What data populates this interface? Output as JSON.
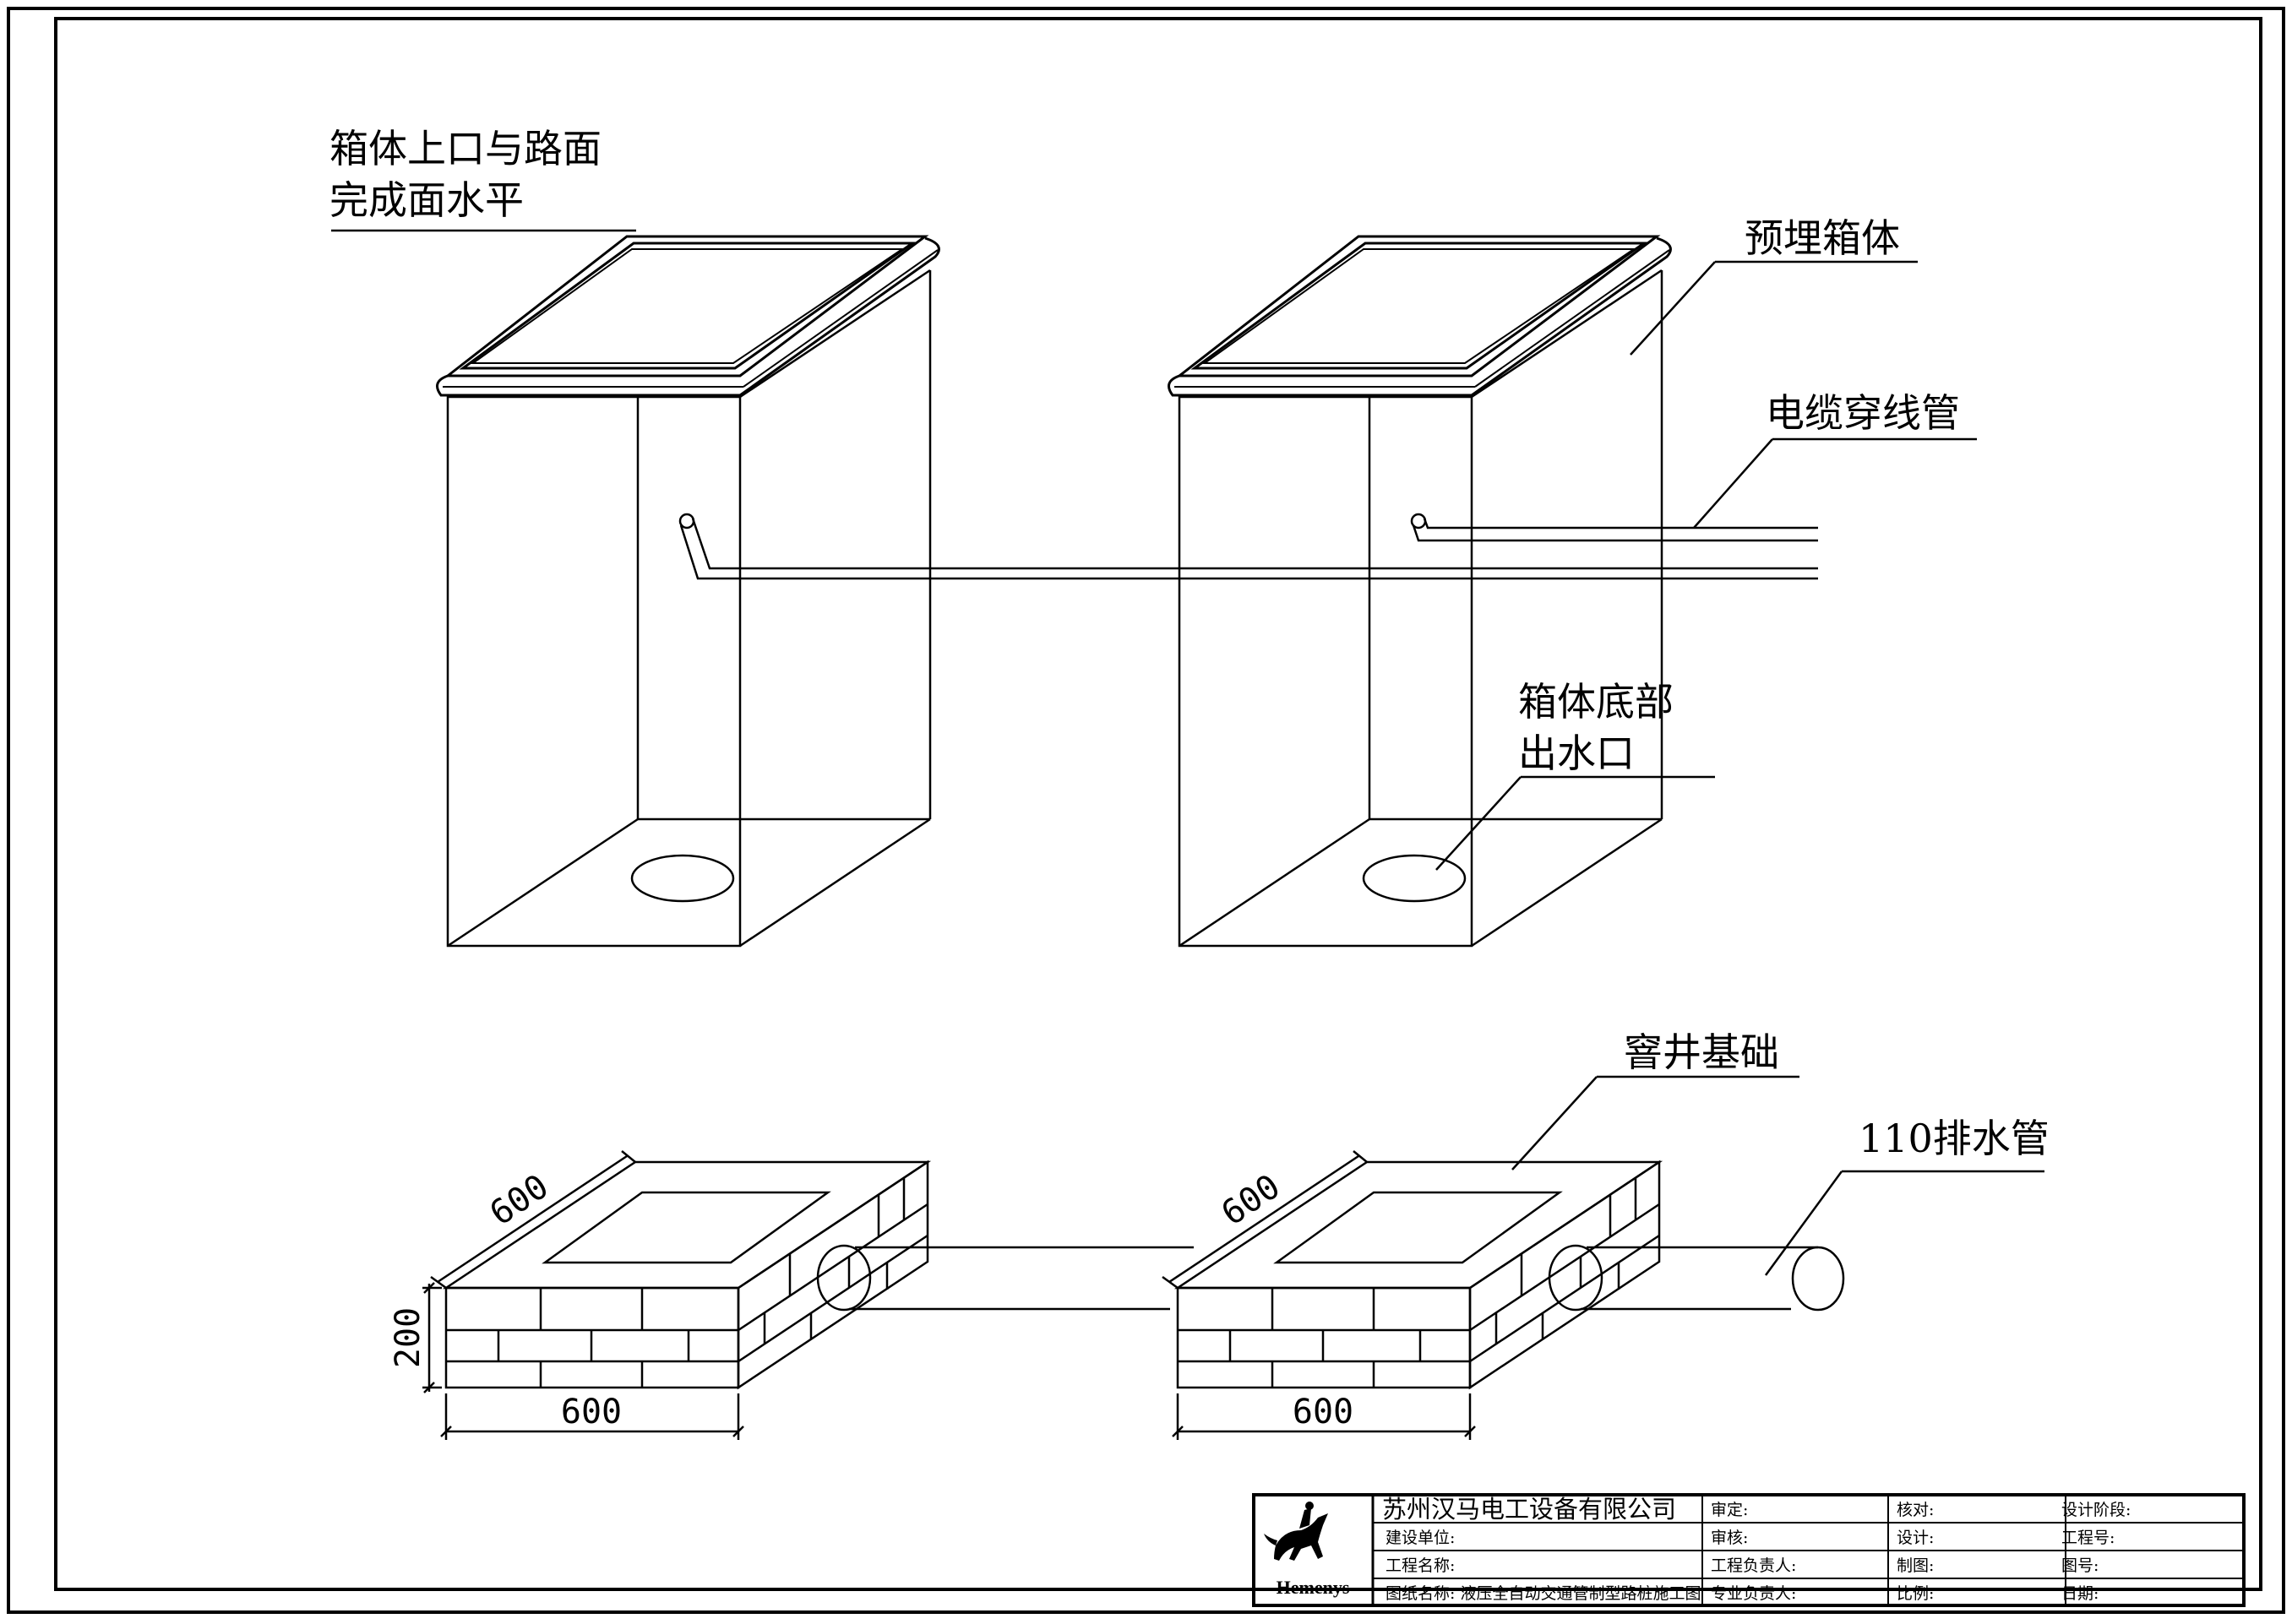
{
  "labels": {
    "top_surface": [
      "箱体上口与路面",
      "完成面水平"
    ],
    "embedded_box": "预埋箱体",
    "cable_conduit": "电缆穿线管",
    "drain_outlet": [
      "箱体底部",
      "出水口"
    ],
    "foundation": "窨井基础",
    "drain_pipe": "110排水管"
  },
  "dimensions": {
    "depth": "600",
    "height": "200",
    "width": "600"
  },
  "title_block": {
    "brand": "Hemenys",
    "company": "苏州汉马电工设备有限公司",
    "rows": [
      [
        "",
        "审定:",
        "核对:",
        "设计阶段:"
      ],
      [
        "建设单位:",
        "审核:",
        "设计:",
        "工程号:"
      ],
      [
        "工程名称:",
        "工程负责人:",
        "制图:",
        "图号:"
      ],
      [
        "图纸名称:  液压全自动交通管制型路桩施工图",
        "专业负责人:",
        "比例:",
        "日期:"
      ]
    ]
  }
}
